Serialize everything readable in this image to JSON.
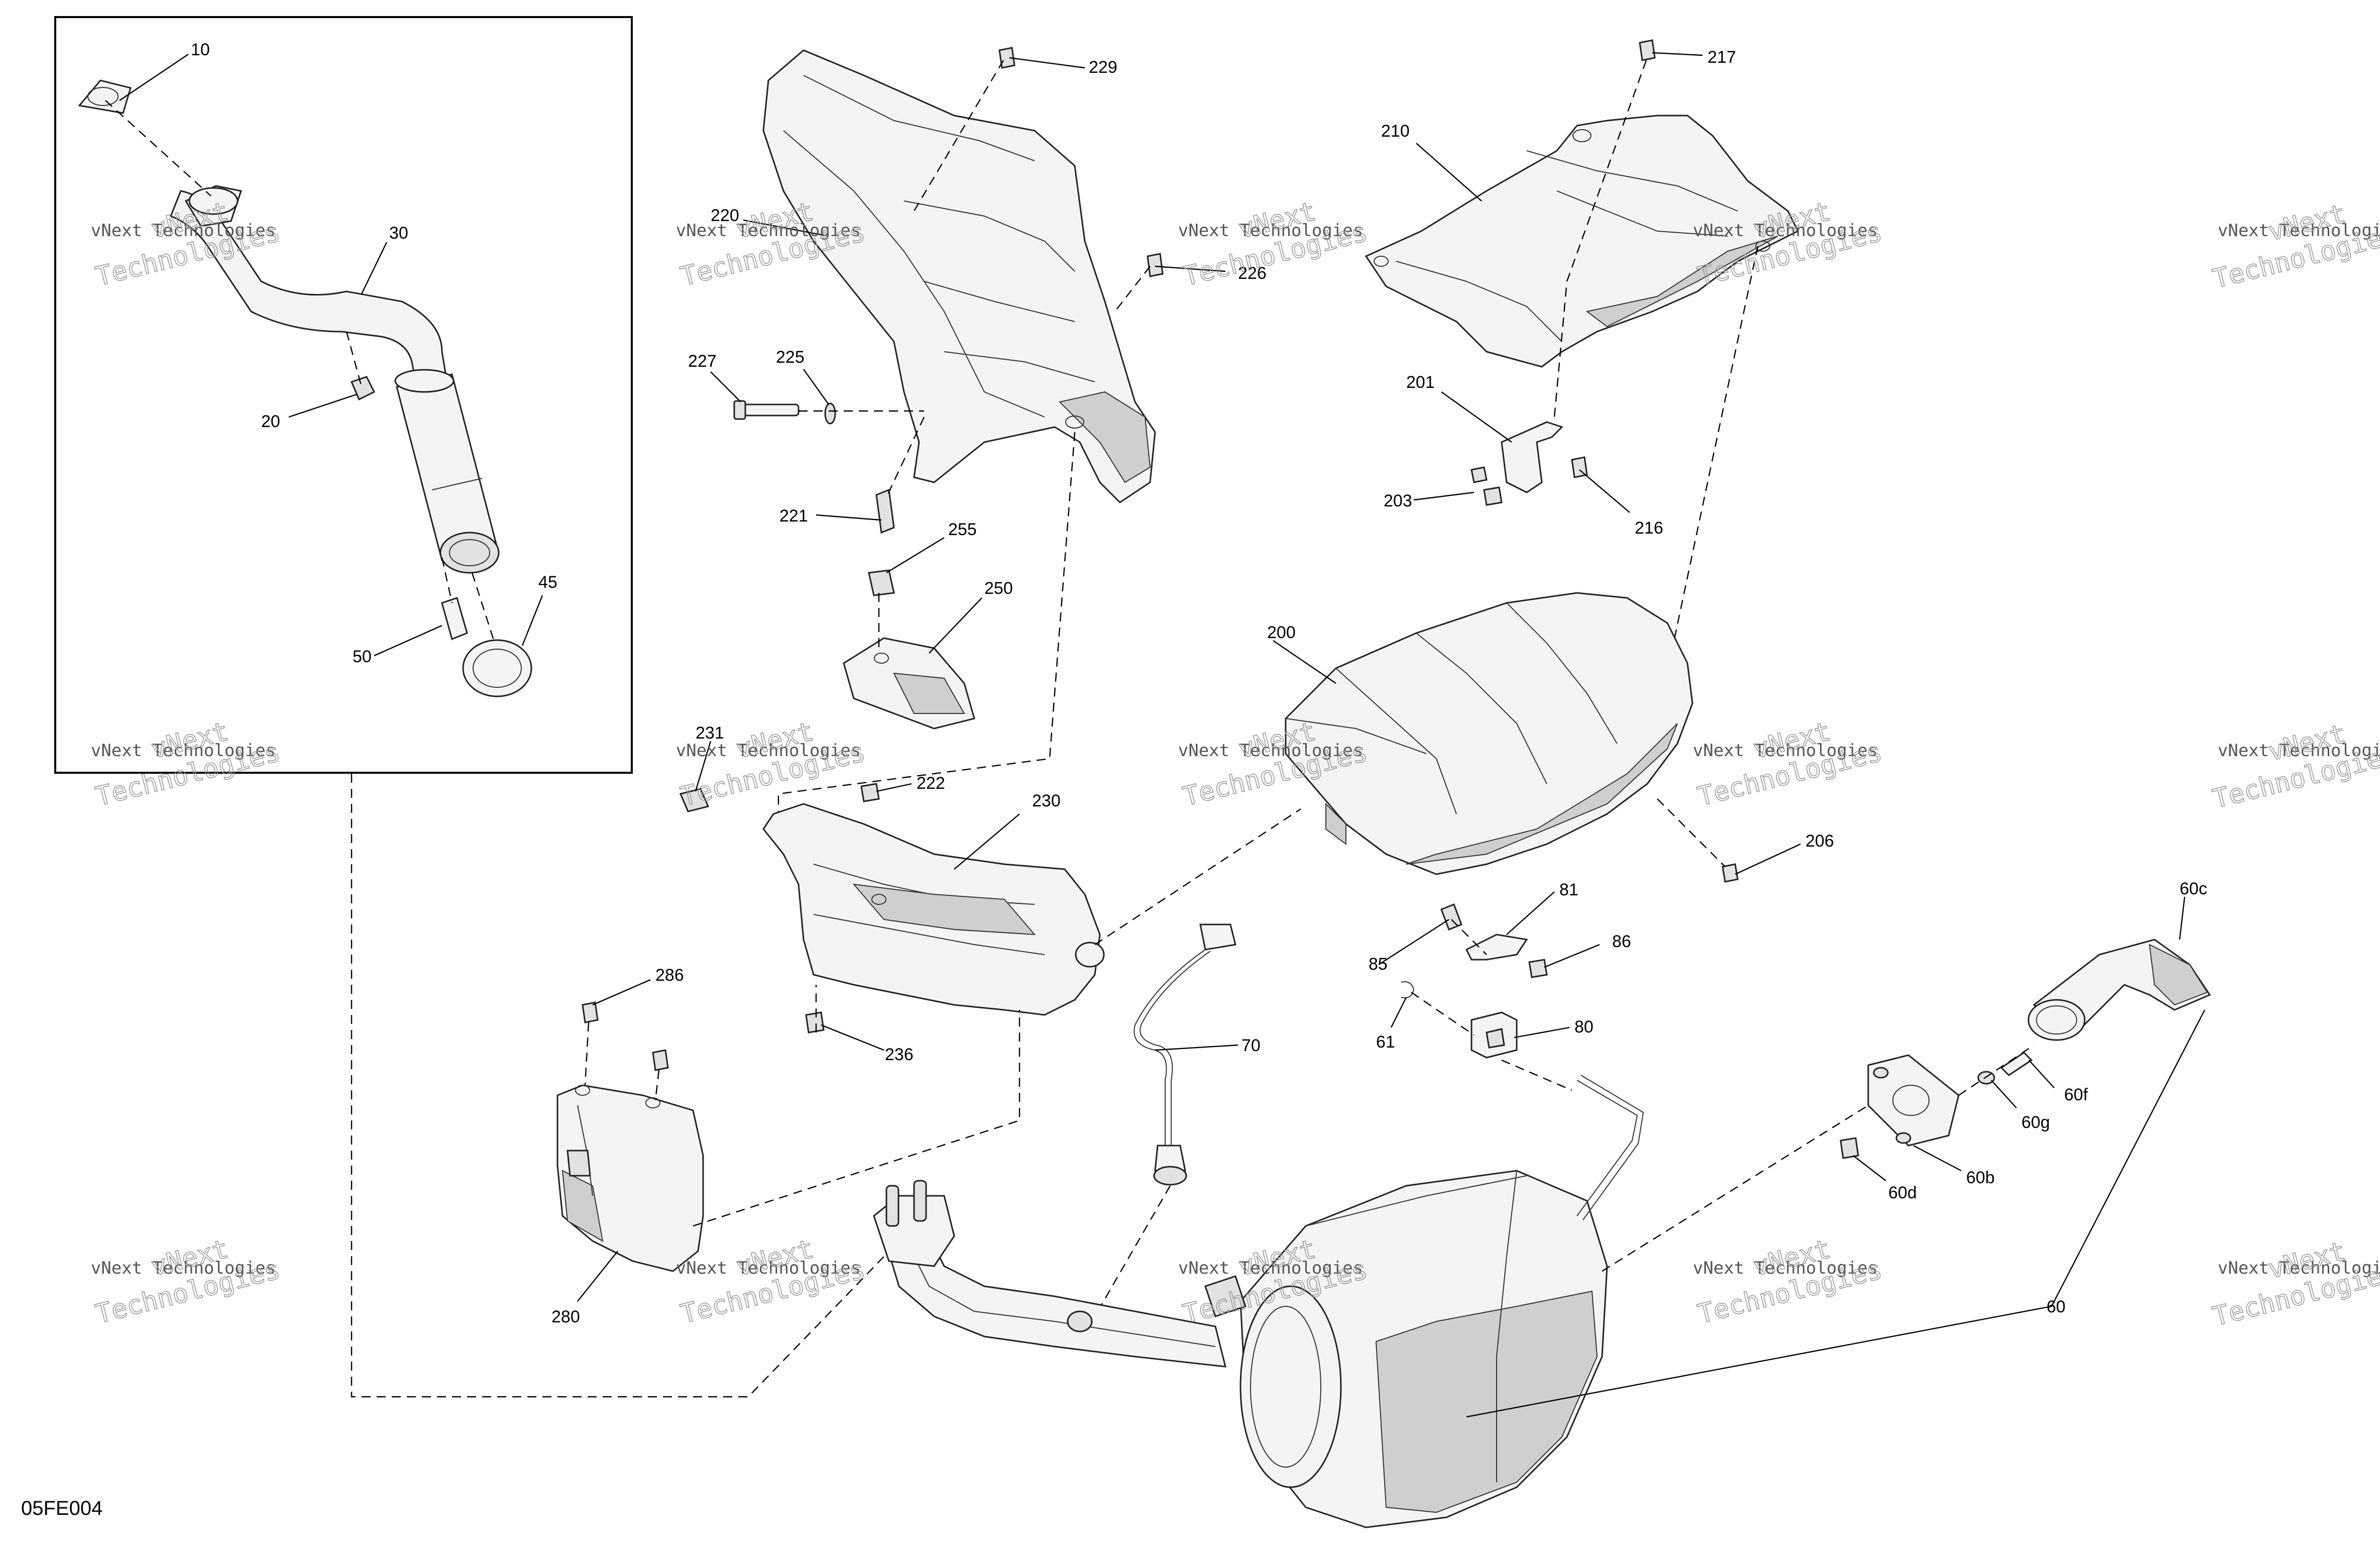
{
  "diagram_code": "05FE004",
  "watermark": {
    "line1": "vNext Technologies",
    "line2": "vNext",
    "line3": "Technologies"
  },
  "callouts": {
    "c10": "10",
    "c30": "30",
    "c20": "20",
    "c45": "45",
    "c50": "50",
    "c220": "220",
    "c229": "229",
    "c226": "226",
    "c227": "227",
    "c225": "225",
    "c221": "221",
    "c255": "255",
    "c250": "250",
    "c210": "210",
    "c217": "217",
    "c201": "201",
    "c203": "203",
    "c216": "216",
    "c200": "200",
    "c206": "206",
    "c231": "231",
    "c222": "222",
    "c230": "230",
    "c236": "236",
    "c286": "286",
    "c280": "280",
    "c70": "70",
    "c81": "81",
    "c85": "85",
    "c86": "86",
    "c61": "61",
    "c80": "80",
    "c60c": "60c",
    "c60f": "60f",
    "c60g": "60g",
    "c60b": "60b",
    "c60d": "60d",
    "c60": "60"
  }
}
